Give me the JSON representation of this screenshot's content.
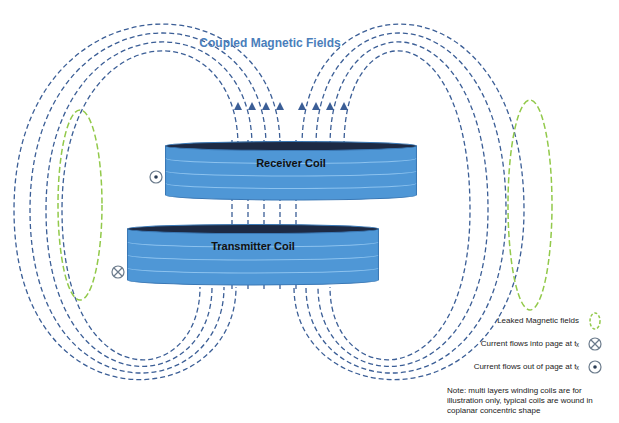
{
  "diagram": {
    "title": "Coupled Magnetic Fields",
    "nodes": [
      {
        "text": [
          "Receiver Coil"
        ]
      },
      {
        "text": [
          "Transmitter Coil"
        ]
      }
    ],
    "labels": [
      "Note:  multi layers winding coils are for illustration only, typical coils are wound in coplanar concentric shape"
    ],
    "legend": [
      {
        "text": "Leaked Magnetic fields"
      },
      {
        "text": "Current flows into page at tₓ"
      },
      {
        "text": "Current flows out of page at tₓ"
      }
    ]
  }
}
